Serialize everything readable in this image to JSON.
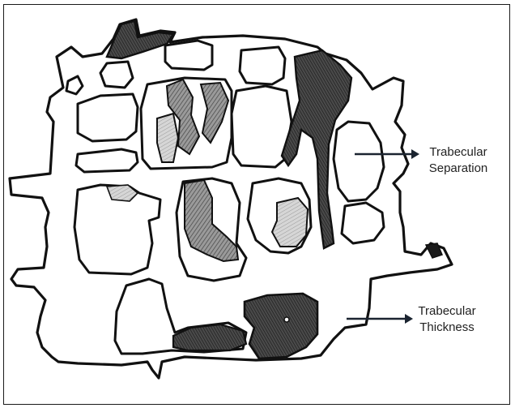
{
  "labels": {
    "separation": {
      "line1": "Trabecular",
      "line2": "Separation"
    },
    "thickness": {
      "line1": "Trabecular",
      "line2": "Thickness"
    }
  },
  "colors": {
    "ink": "#111111",
    "bone_fill": "#ffffff",
    "dark_shading": "#3c3c3c",
    "mid_shading": "#8a8a8a",
    "light_shading": "#cfcfcf"
  }
}
